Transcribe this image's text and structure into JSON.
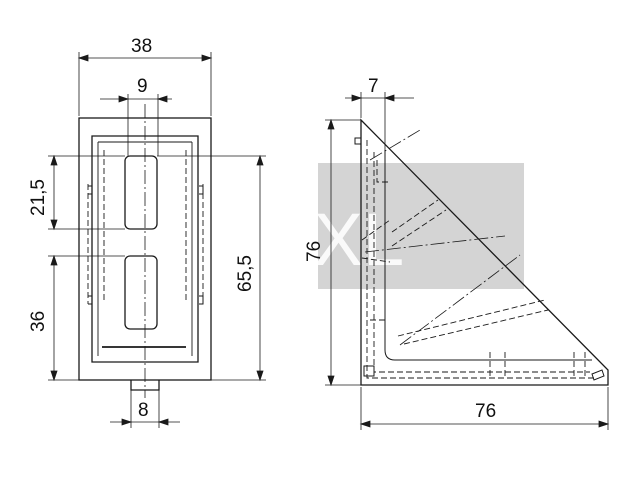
{
  "watermark": {
    "text": "TechXXL",
    "box_color": "#d4d4d4"
  },
  "front_view": {
    "dimensions": {
      "overall_width": "38",
      "slot_width": "9",
      "upper_offset": "21,5",
      "lower_offset": "36",
      "overall_height": "65,5",
      "bottom_key_width": "8"
    }
  },
  "side_view": {
    "dimensions": {
      "wall_thickness": "7",
      "height": "76",
      "base_length": "76"
    }
  },
  "colors": {
    "line": "#1a1a1a",
    "hidden_line": "#333333"
  }
}
